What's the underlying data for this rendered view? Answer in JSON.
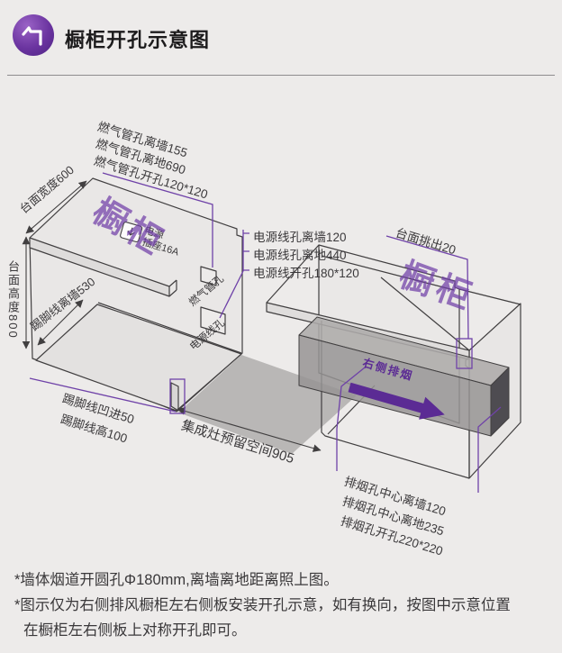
{
  "header": {
    "title": "橱柜开孔示意图"
  },
  "left_cabinet": {
    "cabinet_label": "橱柜",
    "socket_line1": "电源",
    "socket_line2": "插座16A",
    "gas_hole_label": "燃气管孔",
    "power_hole_label": "电源线孔",
    "dim_counter_depth": "台面宽度600",
    "dim_counter_height": "台面高度800",
    "dim_skirting_wall": "踢脚线离墙530",
    "gas_notes": [
      "燃气管孔离墙155",
      "燃气管孔离地690",
      "燃气管孔开孔120*120"
    ],
    "power_notes": [
      "电源线孔离墙120",
      "电源线孔离地440",
      "电源线开孔180*120"
    ],
    "skirting_notes": [
      "踢脚线凹进50",
      "踢脚线高100"
    ]
  },
  "center": {
    "dim_reserved_space": "集成灶预留空间905"
  },
  "right_cabinet": {
    "cabinet_label": "橱柜",
    "dim_counter_overhang": "台面挑出20",
    "duct_label": "右侧排烟",
    "exhaust_notes": [
      "排烟孔中心离墙120",
      "排烟孔中心离地235",
      "排烟孔开孔220*220"
    ]
  },
  "footnotes": [
    "*墙体烟道开圆孔Φ180mm,离墙离地距离照上图。",
    "*图示仅为右侧排风橱柜左右侧板安装开孔示意，如有换向，按图中示意位置",
    "在橱柜左右侧板上对称开孔即可。"
  ],
  "colors": {
    "accent_purple": "#6f42a8",
    "strong_purple": "#5b2b94",
    "line": "#413f40"
  }
}
